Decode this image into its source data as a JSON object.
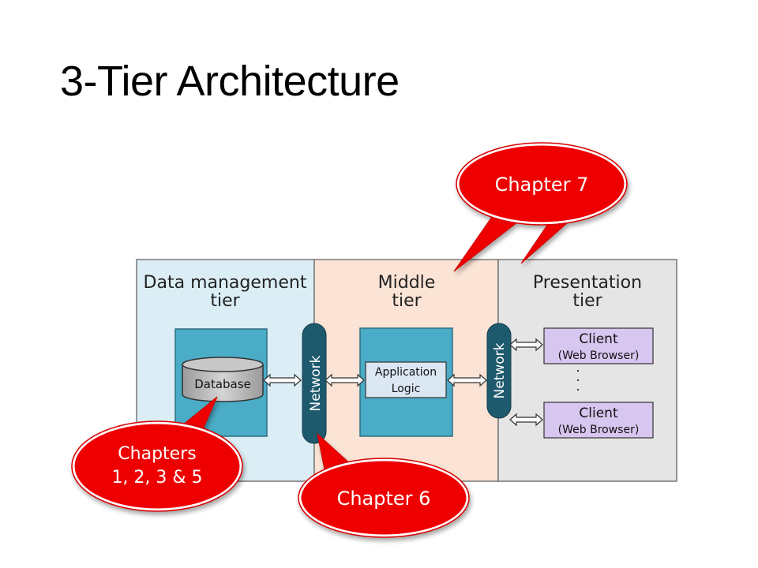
{
  "slide": {
    "title": "3-Tier Architecture"
  },
  "colors": {
    "data_tier_bg": "#dceef5",
    "middle_tier_bg": "#fbe4d5",
    "presentation_tier_bg": "#e5e5e5",
    "teal_box": "#4aacc6",
    "network_pill": "#1e5a6e",
    "client_box": "#d7c6ef",
    "callout_red": "#ee0000"
  },
  "diagram": {
    "tiers": [
      {
        "line1": "Data management",
        "line2": "tier"
      },
      {
        "line1": "Middle",
        "line2": "tier"
      },
      {
        "line1": "Presentation",
        "line2": "tier"
      }
    ],
    "database_label": "Database",
    "network_label": "Network",
    "app_logic": {
      "line1": "Application",
      "line2": "Logic"
    },
    "clients": [
      {
        "line1": "Client",
        "line2": "(Web Browser)"
      },
      {
        "line1": "Client",
        "line2": "(Web Browser)"
      }
    ],
    "ellipsis": "."
  },
  "callouts": {
    "chapter7": "Chapter 7",
    "chapter6": "Chapter 6",
    "chapters_a": {
      "line1": "Chapters",
      "line2": "1, 2, 3 & 5"
    }
  }
}
